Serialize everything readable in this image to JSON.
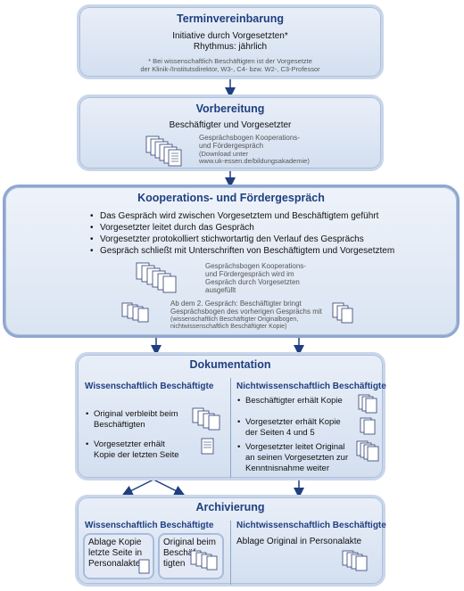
{
  "terminvereinbarung": {
    "title": "Terminvereinbarung",
    "line1": "Initiative durch Vorgesetzten*",
    "line2": "Rhythmus: jährlich",
    "note1": "* Bei wissenschaftlich Beschäftigten ist der Vorgesetzte",
    "note2": "der Klinik-/Institutsdirektor, W3-, C4- bzw. W2-, C3-Professor"
  },
  "vorbereitung": {
    "title": "Vorbereitung",
    "line1": "Beschäftigter und Vorgesetzter",
    "doc1": "Gesprächsbogen Kooperations-",
    "doc2": "und Fördergespräch",
    "doc3": "(Download unter",
    "doc4": "www.uk-essen.de/bildungsakademie)"
  },
  "kooperation": {
    "title": "Kooperations- und Fördergespräch",
    "bullets": [
      "Das Gespräch wird zwischen Vorgesetztem und Beschäftigtem geführt",
      "Vorgesetzter leitet durch das Gespräch",
      "Vorgesetzter protokolliert stichwortartig den Verlauf des Gesprächs",
      "Gespräch schließt mit Unterschriften von Beschäftigtem und Vorgesetztem"
    ],
    "doc_a1": "Gesprächsbogen Kooperations-",
    "doc_a2": "und Fördergespräch wird im",
    "doc_a3": "Gespräch durch Vorgesetzten",
    "doc_a4": "ausgefüllt",
    "doc_b1": "Ab dem 2. Gespräch: Beschäftigter bringt",
    "doc_b2": "Gesprächsbogen des vorherigen Gesprächs mit",
    "doc_b3": "(wissenschaftlich Beschäftigter Originalbogen,",
    "doc_b4": "nichtwissenschaftlich Beschäftigter Kopie)"
  },
  "dokumentation": {
    "title": "Dokumentation",
    "left_head": "Wissenschaftlich Beschäftigte",
    "left_items": [
      [
        "Original verbleibt beim",
        "Beschäftigten"
      ],
      [
        "Vorgesetzter erhält",
        "Kopie der letzten Seite"
      ]
    ],
    "right_head": "Nichtwissenschaftlich Beschäftigte",
    "right_items": [
      [
        "Beschäftigter erhält Kopie"
      ],
      [
        "Vorgesetzter erhält Kopie",
        "der Seiten 4 und 5"
      ],
      [
        "Vorgesetzter leitet Original",
        "an seinen Vorgesetzten zur",
        "Kenntnisnahme weiter"
      ]
    ]
  },
  "archivierung": {
    "title": "Archivierung",
    "left_head": "Wissenschaftlich Beschäftigte",
    "left_box1": [
      "Ablage Kopie",
      "letzte Seite in",
      "Personalakte"
    ],
    "left_box2": [
      "Original beim",
      "Beschäf-",
      "tigten"
    ],
    "right_head": "Nichtwissenschaftlich Beschäftigte",
    "right_text": "Ablage Original in Personalakte"
  }
}
